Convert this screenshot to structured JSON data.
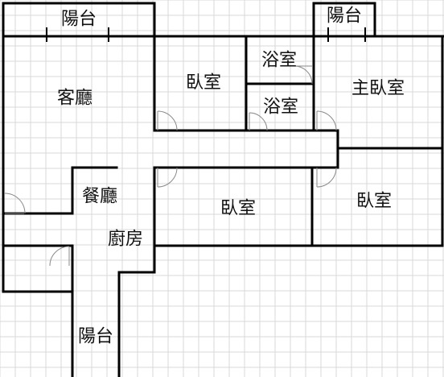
{
  "floor_plan": {
    "rooms": {
      "balcony_top_left": "陽台",
      "balcony_top_right": "陽台",
      "living_room": "客廳",
      "bedroom_top": "臥室",
      "bathroom_upper": "浴室",
      "bathroom_lower": "浴室",
      "master_bedroom": "主臥室",
      "dining_room": "餐廳",
      "kitchen": "廚房",
      "bedroom_middle": "臥室",
      "bedroom_right": "臥室",
      "balcony_bottom": "陽台"
    },
    "colors": {
      "background": "#ffffff",
      "grid": "#d9d9d9",
      "wall": "#000000",
      "door": "#8a8a8a",
      "text": "#111111"
    }
  }
}
